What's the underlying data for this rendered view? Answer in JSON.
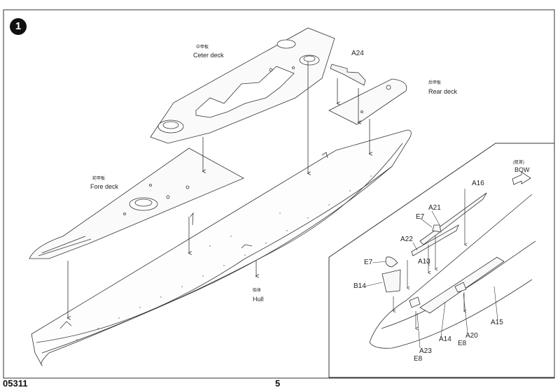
{
  "step_number": "1",
  "footer": {
    "kit_number": "05311",
    "page_number": "5"
  },
  "labels": {
    "center_deck_cn": "中甲板",
    "center_deck": "Ceter deck",
    "rear_deck_cn": "后甲板",
    "rear_deck": "Rear deck",
    "fore_deck_cn": "前甲板",
    "fore_deck": "Fore deck",
    "hull_cn": "船体",
    "hull": "Hull",
    "bow_cn": "(艇首)",
    "bow": "BOW"
  },
  "parts": {
    "a24": "A24",
    "a16": "A16",
    "a21": "A21",
    "e7_top": "E7",
    "a22": "A22",
    "e7_left": "E7",
    "a13": "A13",
    "b14": "B14",
    "a14": "A14",
    "a20": "A20",
    "e8_mid": "E8",
    "a23": "A23",
    "e8_bottom": "E8",
    "a15": "A15"
  }
}
